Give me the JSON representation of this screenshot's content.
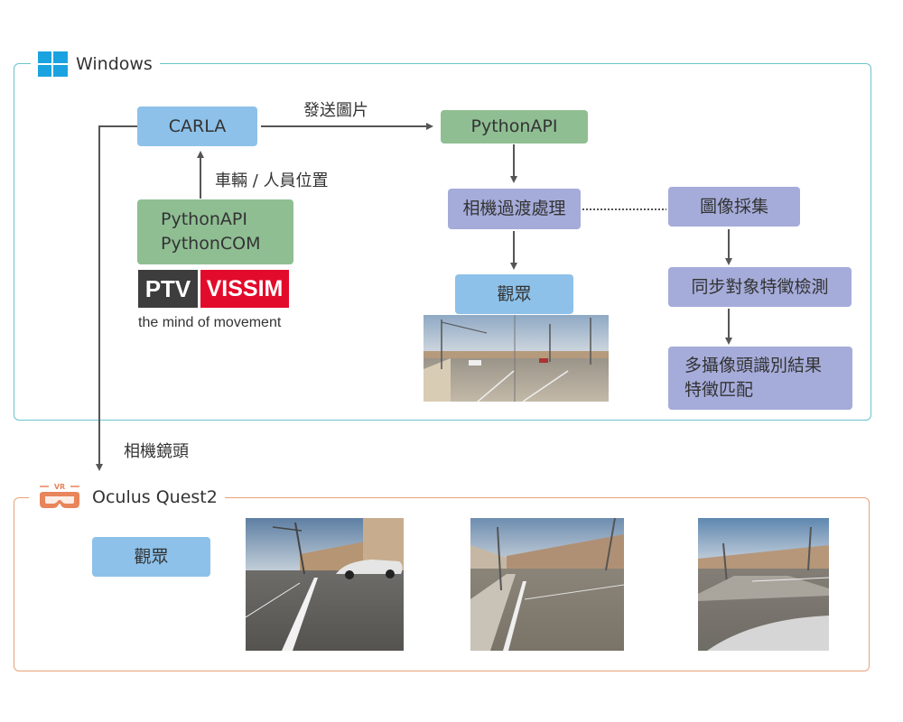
{
  "windows_group": {
    "title": "Windows"
  },
  "vr_group": {
    "title": "Oculus Quest2",
    "icon_text": "VR"
  },
  "nodes": {
    "carla": "CARLA",
    "python_api_top": "PythonAPI",
    "python_api_left": "PythonAPI",
    "python_com_left": "PythonCOM",
    "camera_transition": "相機過渡處理",
    "viewer_windows": "觀眾",
    "image_capture": "圖像採集",
    "sync_detection": "同步對象特徵檢測",
    "multi_cam_line1": "多攝像頭識別結果",
    "multi_cam_line2": "特徵匹配",
    "viewer_vr": "觀眾"
  },
  "edge_labels": {
    "send_image": "發送圖片",
    "vehicle_position": "車輛 / 人員位置",
    "camera_lens": "相機鏡頭"
  },
  "logo": {
    "ptv": "PTV",
    "vissim": "VISSIM",
    "tagline": "the mind of movement"
  },
  "colors": {
    "windows_frame": "#6cc3cc",
    "vr_frame": "#e8a27a",
    "blue_node": "#8dc1e9",
    "green_node": "#8fbe93",
    "purple_node": "#a5acda",
    "vissim_red": "#e30b2b"
  }
}
